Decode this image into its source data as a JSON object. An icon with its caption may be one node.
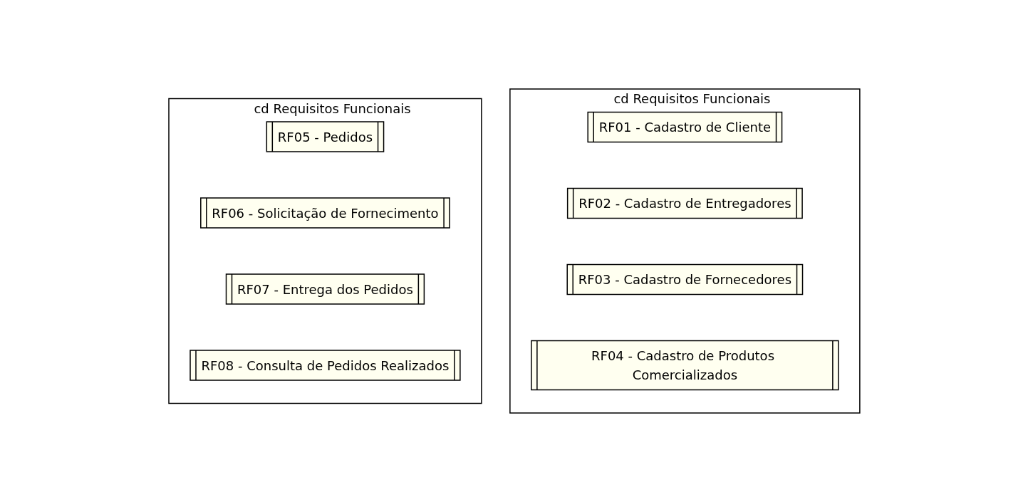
{
  "diagram": {
    "nodes": [
      {
        "text": [
          "cd Requisitos Funcionais"
        ]
      },
      {
        "text": [
          "RF01 - Cadastro de Cliente"
        ],
        "in": 0
      },
      {
        "text": [
          "RF02 - Cadastro de Entregadores"
        ],
        "in": 0
      },
      {
        "text": [
          "RF03 - Cadastro de Fornecedores"
        ],
        "in": 0
      },
      {
        "text": [
          "RF04 - Cadastro de Produtos Comercializados"
        ],
        "in": 0
      },
      {
        "text": [
          "cd Requisitos Funcionais"
        ]
      },
      {
        "text": [
          "RF05 - Pedidos"
        ],
        "in": 5
      },
      {
        "text": [
          "RF06 - Solicitação de Fornecimento"
        ],
        "in": 5
      },
      {
        "text": [
          "RF07 - Entrega dos Pedidos"
        ],
        "in": 5
      },
      {
        "text": [
          "RF08 - Consulta de Pedidos Realizados"
        ],
        "in": 5
      }
    ]
  }
}
